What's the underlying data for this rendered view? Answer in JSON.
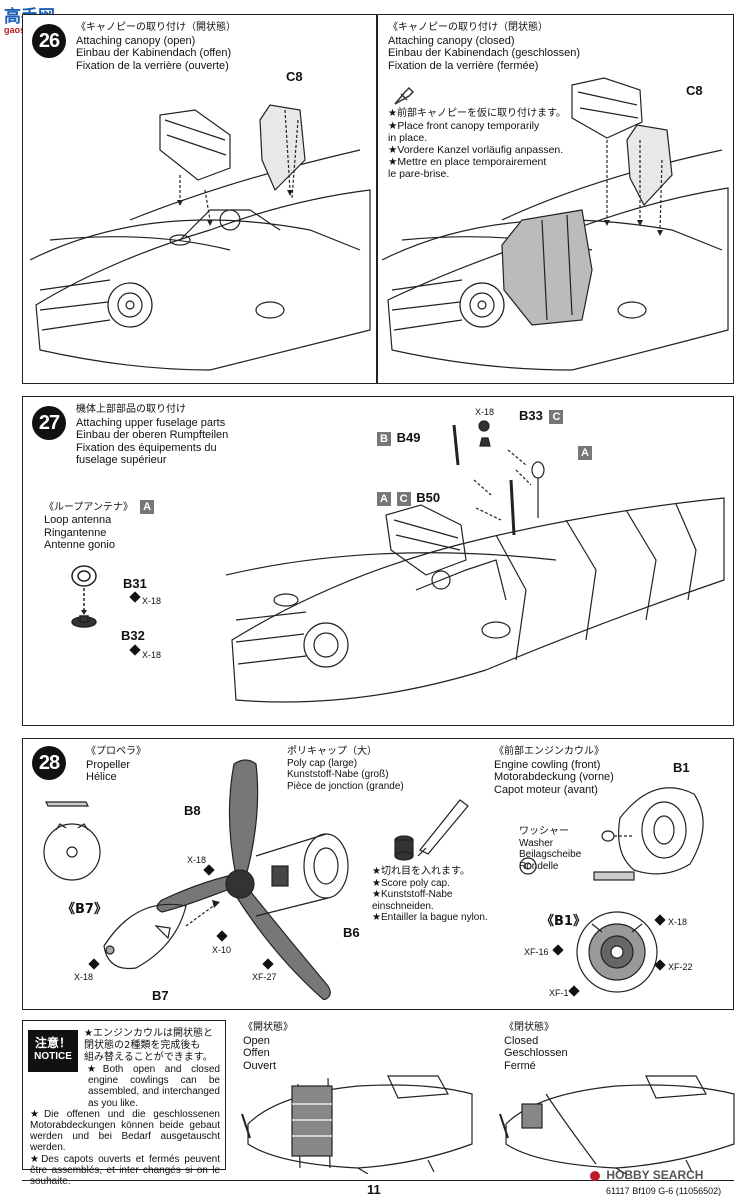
{
  "watermark": "高手网",
  "watermark_url": "gaoshou.net",
  "step26": {
    "number": "26",
    "left": {
      "jp": "《キャノピーの取り付け（開状態）",
      "en": "Attaching canopy (open)",
      "de": "Einbau der Kabinendach (offen)",
      "fr": "Fixation de la verrière (ouverte)",
      "part": "C8"
    },
    "right": {
      "jp": "《キャノピーの取り付け（閉状態）",
      "en": "Attaching canopy (closed)",
      "de": "Einbau der Kabinendach (geschlossen)",
      "fr": "Fixation de la verrière (fermée)",
      "part": "C8",
      "note": [
        "★前部キャノピーを仮に取り付けます。",
        "★Place front canopy temporarily",
        "in place.",
        "★Vordere Kanzel vorläufig anpassen.",
        "★Mettre en place temporairement",
        "le pare-brise."
      ]
    }
  },
  "step27": {
    "number": "27",
    "jp": "機体上部部品の取り付け",
    "en": "Attaching upper fuselage parts",
    "de": "Einbau der oberen Rumpfteilen",
    "fr1": "Fixation des équipements du",
    "fr2": "fuselage supérieur",
    "loop": {
      "jp": "《ループアンテナ》",
      "en": "Loop antenna",
      "de": "Ringantenne",
      "fr": "Antenne gonio",
      "badge": "A"
    },
    "parts": {
      "b31": "B31",
      "b32": "B32",
      "b33": "B33",
      "b49": "B49",
      "b50": "B50",
      "x18": "X-18",
      "badge_a": "A",
      "badge_b": "B",
      "badge_c": "C"
    }
  },
  "step28": {
    "number": "28",
    "prop": {
      "jp": "《プロペラ》",
      "en": "Propeller",
      "fr": "Hélice"
    },
    "polycap": {
      "jp": "ポリキャップ（大）",
      "en": "Poly cap (large)",
      "de": "Kunststoff-Nabe (groß)",
      "fr": "Pièce de jonction (grande)"
    },
    "score": [
      "★切れ目を入れます。",
      "★Score poly cap.",
      "★Kunststoff-Nabe",
      "einschneiden.",
      "★Entailler la bague nylon."
    ],
    "cowl": {
      "jp": "《前部エンジンカウル》",
      "en": "Engine cowling (front)",
      "de": "Motorabdeckung (vorne)",
      "fr": "Capot moteur (avant)"
    },
    "washer": {
      "jp": "ワッシャー",
      "en": "Washer",
      "de": "Beilagscheibe",
      "fr": "Rondelle"
    },
    "labels": {
      "b1": "B1",
      "b1_view": "《B1》",
      "b6": "B6",
      "b7": "B7",
      "b7_view": "《B7》",
      "b8": "B8",
      "x18": "X-18",
      "x10": "X-10",
      "xf27": "XF-27",
      "xf16": "XF-16",
      "xf22": "XF-22",
      "xf1": "XF-1"
    }
  },
  "notice": {
    "badge_jp": "注意！",
    "badge_en": "NOTICE",
    "jp1": "★エンジンカウルは開状態と",
    "jp2": "閉状態の2種類を完成後も",
    "jp3": "組み替えることができます。",
    "en": "★Both open and closed engine cowlings can be assembled, and interchanged as you like.",
    "de": "★Die offenen und die geschlossenen Motorabdeckungen können beide gebaut werden und bei Bedarf ausgetauscht werden.",
    "fr": "★Des capots ouverts et fermés peuvent être assemblés, et inter changés si on le souhaite.",
    "open": {
      "jp": "《開状態》",
      "en": "Open",
      "de": "Offen",
      "fr": "Ouvert"
    },
    "closed": {
      "jp": "《閉状態》",
      "en": "Closed",
      "de": "Geschlossen",
      "fr": "Fermé"
    }
  },
  "footer": {
    "page": "11",
    "code": "61117",
    "model": "Bf109 G-6",
    "ref": "(11056502)",
    "brand": "HOBBY SEARCH"
  }
}
